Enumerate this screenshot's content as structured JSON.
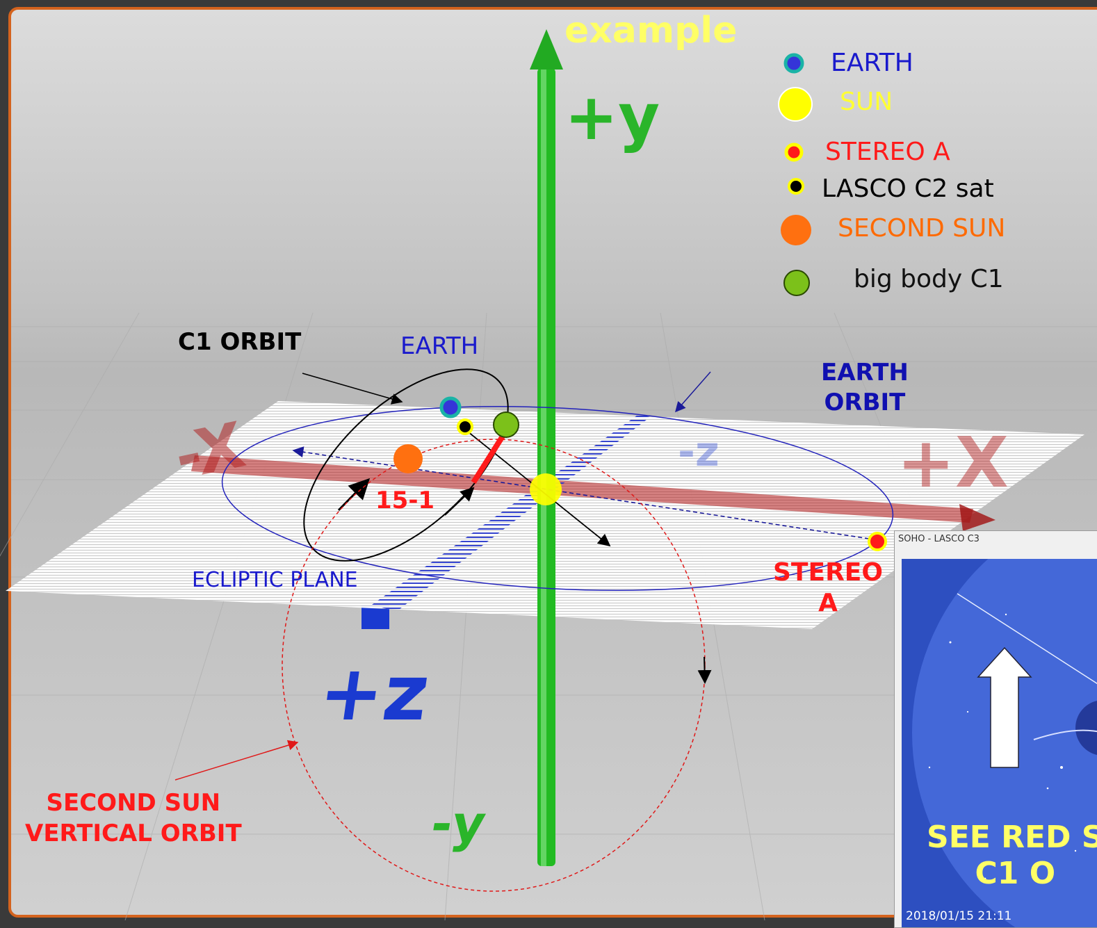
{
  "title": "example",
  "legend": [
    {
      "label": "EARTH",
      "color": "#1a1acc",
      "marker_fill": "#3535d8",
      "marker_ring": "#1ab3a6"
    },
    {
      "label": "SUN",
      "color": "#ffff33",
      "marker_fill": "#ffff00",
      "marker_ring": "#ffffff"
    },
    {
      "label": "STEREO A",
      "color": "#ff1a1a",
      "marker_fill": "#ff1a1a",
      "marker_ring": "#ffff00"
    },
    {
      "label": "LASCO C2 sat",
      "color": "#000000",
      "marker_fill": "#000000",
      "marker_ring": "#ffff00"
    },
    {
      "label": "SECOND SUN",
      "color": "#ff6a00",
      "marker_fill": "#ff7010",
      "marker_ring": "#ff7010"
    },
    {
      "label": "big body C1",
      "color": "#111111",
      "marker_fill": "#7cc11a",
      "marker_ring": "#2a4a00"
    }
  ],
  "axes": {
    "plus_y": "+y",
    "minus_y": "-y",
    "plus_x": "+X",
    "minus_x": "-X",
    "plus_z": "+z",
    "minus_z": "-z"
  },
  "labels": {
    "c1_orbit": "C1 ORBIT",
    "earth": "EARTH",
    "earth_orbit_line1": "EARTH",
    "earth_orbit_line2": "ORBIT",
    "ecliptic_plane": "ECLIPTIC PLANE",
    "angle": "15-1",
    "stereo_line1": "STEREO",
    "stereo_line2": "A",
    "second_sun_line1": "SECOND SUN",
    "second_sun_line2": "VERTICAL ORBIT"
  },
  "inset": {
    "window_title": "SOHO - LASCO C3",
    "overlay_line1": "SEE RED S",
    "overlay_line2": "C1 O",
    "timestamp": "2018/01/15 21:11"
  },
  "colors": {
    "frame": "#d4631e",
    "y_axis": "#22bb22",
    "x_axis": "#b01818",
    "z_axis": "#1a3ad0",
    "earth_orbit": "#2222bb",
    "second_sun_orbit": "#e01818"
  }
}
